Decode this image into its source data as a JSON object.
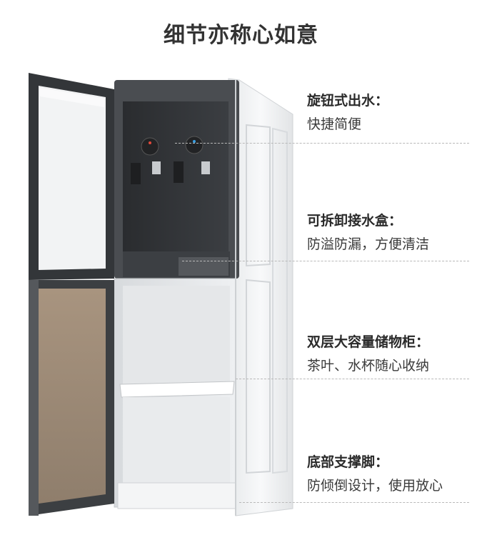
{
  "title": "细节亦称心如意",
  "features": [
    {
      "title": "旋钮式出水：",
      "desc": "快捷简便"
    },
    {
      "title": "可拆卸接水盒：",
      "desc": "防溢防漏，方便清洁"
    },
    {
      "title": "双层大容量储物柜：",
      "desc": "茶叶、水杯随心收纳"
    },
    {
      "title": "底部支撑脚：",
      "desc": "防倾倒设计，使用放心"
    }
  ],
  "colors": {
    "frame_dark": "#3a3d40",
    "cabinet_white": "#f4f5f6",
    "panel_black": "#2b2d30",
    "glass_upper": "#f2f3f4",
    "glass_lower": "#9c8a76"
  }
}
